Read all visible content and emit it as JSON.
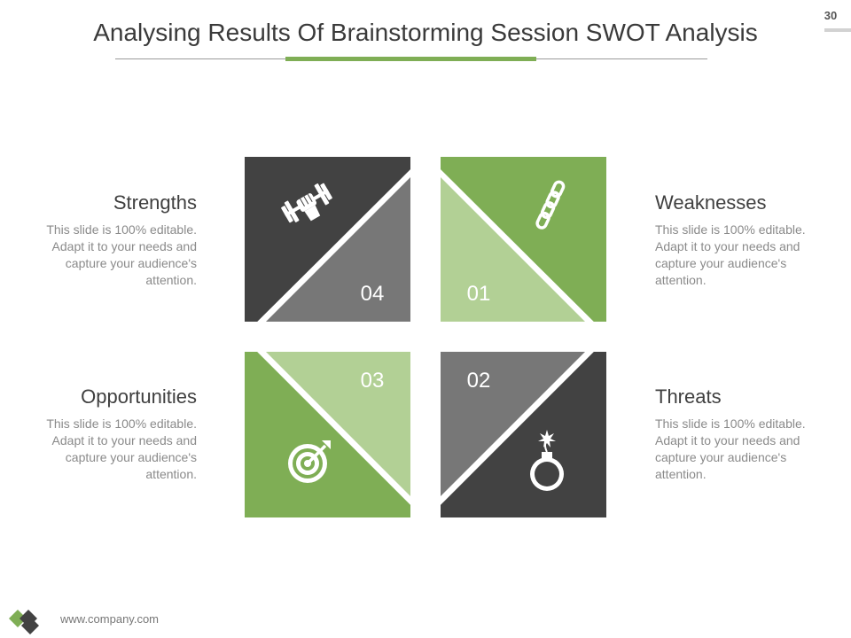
{
  "slide": {
    "title": "Analysing Results Of Brainstorming Session SWOT Analysis",
    "page_number": "30"
  },
  "colors": {
    "dark": "#424242",
    "mid_gray": "#777777",
    "green": "#7fae55",
    "light_green": "#b2d095",
    "text_heading": "#3f3f3f",
    "text_body": "#8a8a8a"
  },
  "sections": {
    "strengths": {
      "title": "Strengths",
      "body": "This slide is 100% editable. Adapt it to your needs and capture your audience's attention.",
      "number": "04",
      "icon": "dumbbell-fist-icon"
    },
    "weaknesses": {
      "title": "Weaknesses",
      "body": "This slide is 100% editable. Adapt it to your needs and capture your audience's attention.",
      "number": "01",
      "icon": "chain-icon"
    },
    "threats": {
      "title": "Threats",
      "body": "This slide is 100% editable. Adapt it to your needs and capture your audience's attention.",
      "number": "02",
      "icon": "bomb-icon"
    },
    "opportunities": {
      "title": "Opportunities",
      "body": "This slide is 100% editable. Adapt it to your needs and capture your audience's attention.",
      "number": "03",
      "icon": "target-icon"
    }
  },
  "footer": {
    "url": "www.company.com"
  }
}
